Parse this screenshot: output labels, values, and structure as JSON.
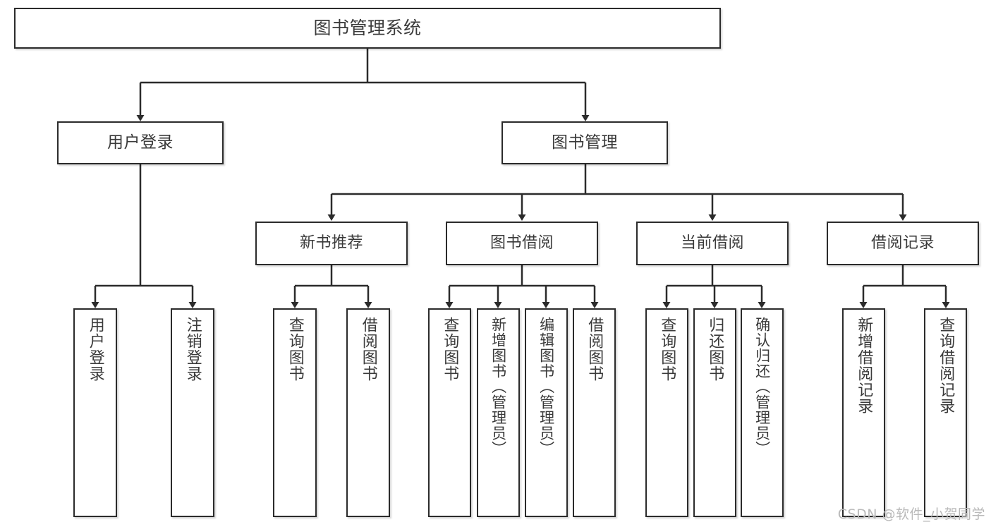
{
  "diagram": {
    "title": "图书管理系统",
    "watermark": "CSDN @软件_小贺同学",
    "stroke_color": "#2b2b2b",
    "text_color": "#3a3a3a",
    "background_color": "#ffffff",
    "root": {
      "label": "图书管理系统"
    },
    "level2": [
      {
        "label": "用户登录"
      },
      {
        "label": "图书管理"
      }
    ],
    "level3": [
      {
        "label": "新书推荐"
      },
      {
        "label": "图书借阅"
      },
      {
        "label": "当前借阅"
      },
      {
        "label": "借阅记录"
      }
    ],
    "leaves": {
      "user_login": [
        {
          "label": "用户登录"
        },
        {
          "label": "注销登录"
        }
      ],
      "new_book": [
        {
          "label": "查询图书"
        },
        {
          "label": "借阅图书"
        }
      ],
      "book_borrow": [
        {
          "label": "查询图书"
        },
        {
          "label": "新增图书（管理员）"
        },
        {
          "label": "编辑图书（管理员）"
        },
        {
          "label": "借阅图书"
        }
      ],
      "current_borrow": [
        {
          "label": "查询图书"
        },
        {
          "label": "归还图书"
        },
        {
          "label": "确认归还（管理员）"
        }
      ],
      "borrow_record": [
        {
          "label": "新增借阅记录"
        },
        {
          "label": "查询借阅记录"
        }
      ]
    }
  }
}
